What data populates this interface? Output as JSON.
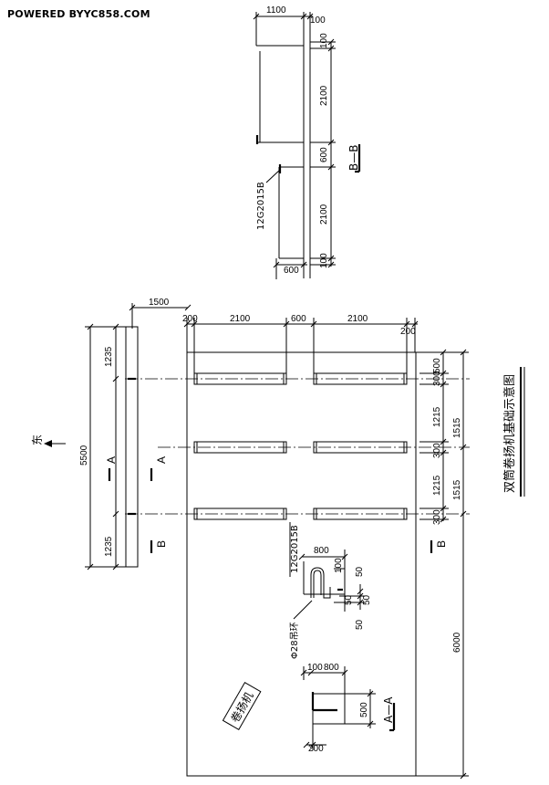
{
  "watermark": "POWERED BYYC858.COM",
  "title": "双筒卷扬机基础示意图",
  "north_label": "东",
  "winch_label": "卷扬机",
  "ring_label": "Φ28吊环",
  "channel_label_top": "12G2015B",
  "channel_label_plan": "12G2015B",
  "sections": {
    "bb": "B—B",
    "aa": "A—A",
    "a_mark": "A",
    "b_mark": "B"
  },
  "dims": {
    "t_1100": "1100",
    "t_100": "100",
    "t_100b": "100",
    "t_2100a": "2100",
    "t_600": "600",
    "t_2100b": "2100",
    "t_100c": "100",
    "t_600w": "600",
    "p_1500": "1500",
    "p_200a": "200",
    "p_2100a": "2100",
    "p_600": "600",
    "p_2100b": "2100",
    "p_200b": "200",
    "l_1235a": "1235",
    "l_5500": "5500",
    "l_1235b": "1235",
    "r_300a": "300",
    "r_500": "500",
    "r_1215a": "1215",
    "r_300b": "300",
    "r_1215b": "1215",
    "r_300c": "300",
    "r_1515a": "1515",
    "r_1515b": "1515",
    "r_6000": "6000",
    "d_800": "800",
    "d_100": "100",
    "d_50a": "50",
    "d_50b": "50",
    "d_50c": "50",
    "d_50d": "50",
    "a_100": "100",
    "a_800": "800",
    "a_500": "500",
    "a_200": "200"
  }
}
